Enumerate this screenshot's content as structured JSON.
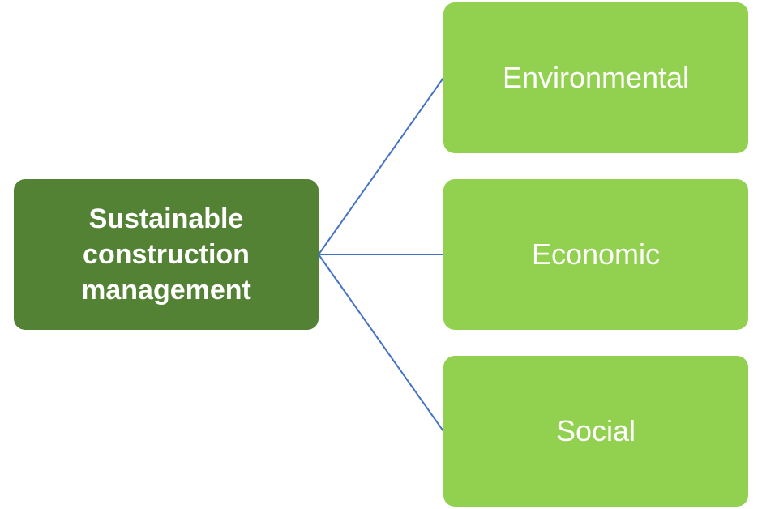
{
  "diagram": {
    "root": {
      "label": "Sustainable construction management",
      "color": "#548235"
    },
    "children": [
      {
        "label": "Environmental",
        "color": "#92d050"
      },
      {
        "label": "Economic",
        "color": "#92d050"
      },
      {
        "label": "Social",
        "color": "#92d050"
      }
    ],
    "connector_color": "#4472c4"
  }
}
